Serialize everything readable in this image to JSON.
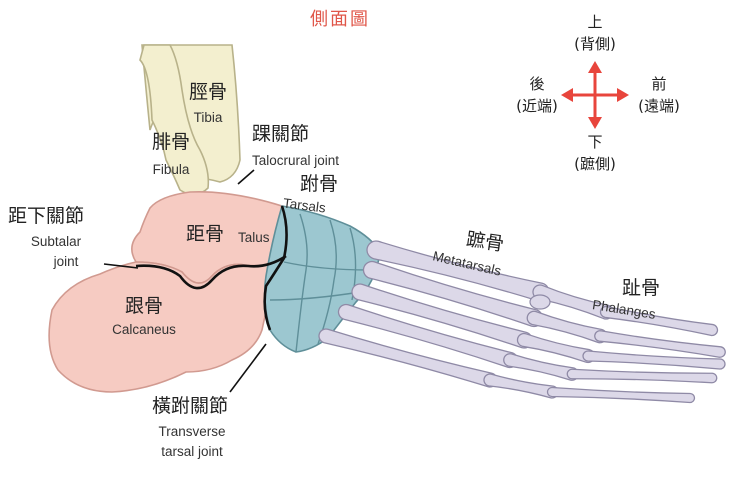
{
  "title": "側面圖",
  "colors": {
    "tibia": "#f3efcf",
    "tibia_stroke": "#b8b28a",
    "hind": "#f6cbc2",
    "hind_stroke": "#d19a90",
    "tarsal": "#9cc7d0",
    "tarsal_stroke": "#5f8f99",
    "meta": "#dcd8e8",
    "meta_stroke": "#8f8aa6",
    "arrow": "#e8453c",
    "title": "#e0574a"
  },
  "labels": {
    "tibia_zh": "脛骨",
    "tibia_en": "Tibia",
    "fibula_zh": "腓骨",
    "fibula_en": "Fibula",
    "talocrural_zh": "踝關節",
    "talocrural_en": "Talocrural joint",
    "tarsals_zh": "跗骨",
    "tarsals_en": "Tarsals",
    "subtalar_zh": "距下關節",
    "subtalar_en1": "Subtalar",
    "subtalar_en2": "joint",
    "talus_zh": "距骨",
    "talus_en": "Talus",
    "calcaneus_zh": "跟骨",
    "calcaneus_en": "Calcaneus",
    "metatarsals_zh": "蹠骨",
    "metatarsals_en": "Metatarsals",
    "phalanges_zh": "趾骨",
    "phalanges_en": "Phalanges",
    "transverse_zh": "橫跗關節",
    "transverse_en1": "Transverse",
    "transverse_en2": "tarsal joint"
  },
  "compass": {
    "up": "上",
    "up_sub": "(背側)",
    "down": "下",
    "down_sub": "(蹠側)",
    "back": "後",
    "back_sub": "(近端)",
    "front": "前",
    "front_sub": "(遠端)"
  }
}
